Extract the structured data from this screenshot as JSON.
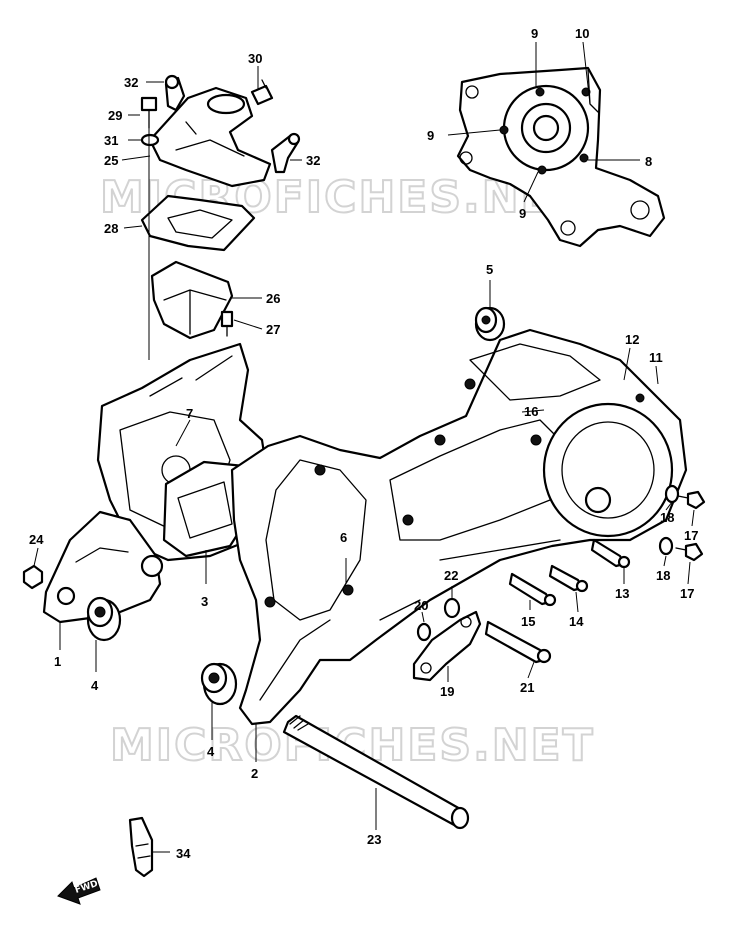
{
  "watermark": "MICROFICHES.NET",
  "forward_label": "FWD",
  "callouts": {
    "c1": "1",
    "c2": "2",
    "c3": "3",
    "c4a": "4",
    "c4b": "4",
    "c5": "5",
    "c6": "6",
    "c7": "7",
    "c8": "8",
    "c9a": "9",
    "c9b": "9",
    "c9c": "9",
    "c10": "10",
    "c11": "11",
    "c12": "12",
    "c13": "13",
    "c14": "14",
    "c15": "15",
    "c16": "16",
    "c17a": "17",
    "c17b": "17",
    "c18a": "18",
    "c18b": "18",
    "c19": "19",
    "c20": "20",
    "c21": "21",
    "c22": "22",
    "c23": "23",
    "c24": "24",
    "c25": "25",
    "c26": "26",
    "c27": "27",
    "c28": "28",
    "c29": "29",
    "c30": "30",
    "c31": "31",
    "c32a": "32",
    "c32b": "32",
    "c34": "34"
  }
}
